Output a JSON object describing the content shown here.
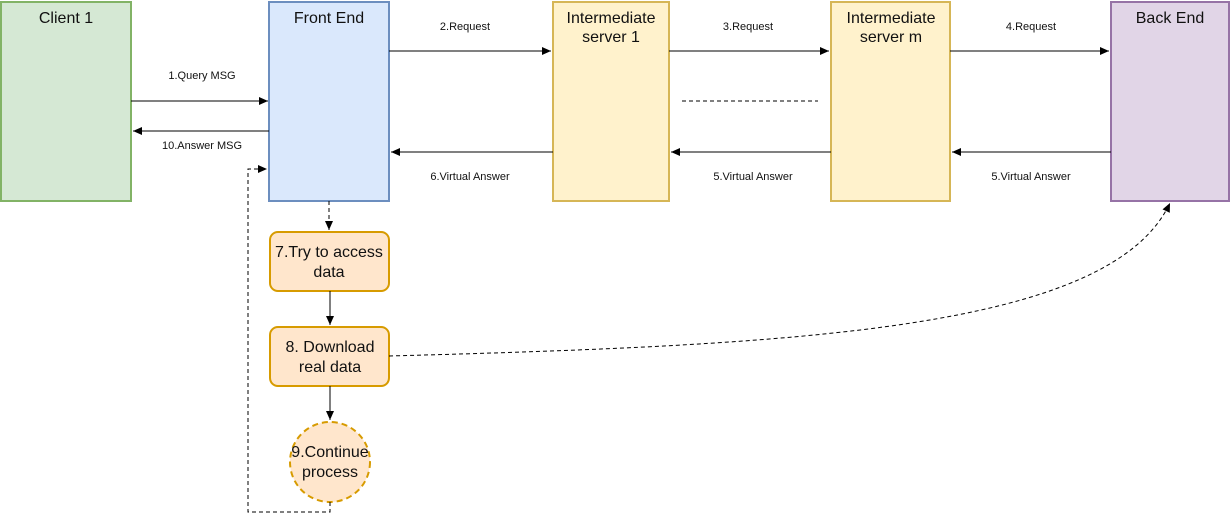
{
  "nodes": {
    "client": {
      "label": "Client 1",
      "fill": "#d5e8d4",
      "stroke": "#82b366"
    },
    "frontend": {
      "label": "Front End",
      "fill": "#dae8fc",
      "stroke": "#6c8ebf"
    },
    "intermediate1": {
      "line1": "Intermediate",
      "line2": "server 1",
      "fill": "#fff2cc",
      "stroke": "#d6b656"
    },
    "intermediatem": {
      "line1": "Intermediate",
      "line2": "server m",
      "fill": "#fff2cc",
      "stroke": "#d6b656"
    },
    "backend": {
      "label": "Back End",
      "fill": "#e1d5e7",
      "stroke": "#9673a6"
    },
    "step7": {
      "line1": "7.Try to access",
      "line2": "data",
      "fill": "#ffe6cc",
      "stroke": "#d79b00"
    },
    "step8": {
      "line1": "8. Download",
      "line2": "real data",
      "fill": "#ffe6cc",
      "stroke": "#d79b00"
    },
    "step9": {
      "line1": "9.Continue",
      "line2": "process",
      "fill": "#ffe6cc",
      "stroke": "#d79b00"
    }
  },
  "edges": {
    "query": "1.Query MSG",
    "request2": "2.Request",
    "request3": "3.Request",
    "request4": "4.Request",
    "virtual5_back": "5.Virtual Answer",
    "virtual5_mid": "5.Virtual Answer",
    "virtual6": "6.Virtual Answer",
    "answer10": "10.Answer MSG"
  }
}
